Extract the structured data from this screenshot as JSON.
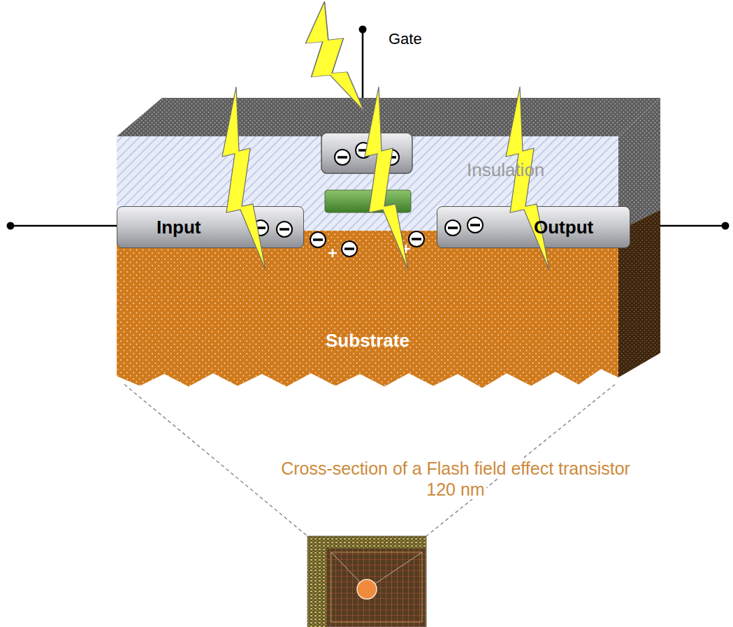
{
  "diagram": {
    "caption": "Cross-section of a Flash field effect transistor",
    "nodes": [
      {
        "text": [
          "Insulation"
        ]
      },
      {
        "text": [
          "Input"
        ]
      },
      {
        "text": [
          "Output"
        ]
      },
      {
        "text": [
          "Substrate"
        ]
      }
    ],
    "labels": [
      "Gate",
      "120 nm"
    ]
  }
}
